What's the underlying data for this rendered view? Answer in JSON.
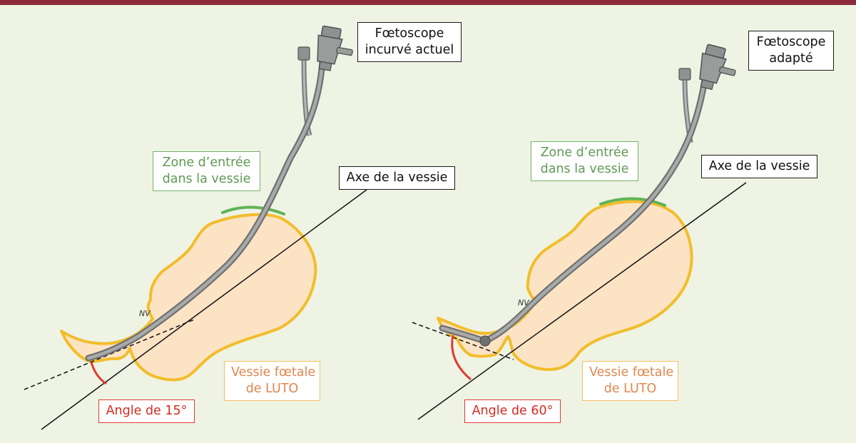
{
  "panels": [
    {
      "scope_label_line1": "Fœtoscope",
      "scope_label_line2": "incurvé actuel",
      "zone_label_line1": "Zone d’entrée",
      "zone_label_line2": "dans la vessie",
      "axis_label": "Axe de la vessie",
      "bladder_label_line1": "Vessie fœtale",
      "bladder_label_line2": "de LUTO",
      "angle_label": "Angle de 15°",
      "nv_label": "NV"
    },
    {
      "scope_label_line1": "Fœtoscope",
      "scope_label_line2": "adapté",
      "zone_label_line1": "Zone d’entrée",
      "zone_label_line2": "dans la vessie",
      "axis_label": "Axe de la vessie",
      "bladder_label_line1": "Vessie fœtale",
      "bladder_label_line2": "de LUTO",
      "angle_label": "Angle de 60°",
      "nv_label": "NV"
    }
  ],
  "colors": {
    "header_bar": "#8c2a39",
    "background": "#eef3e4",
    "bladder_fill": "#fbe3c4",
    "bladder_outline": "#f2bd2c",
    "entry_zone": "#5fb356",
    "angle_arc": "#e03b31",
    "scope_shaft": "#8f9191"
  }
}
